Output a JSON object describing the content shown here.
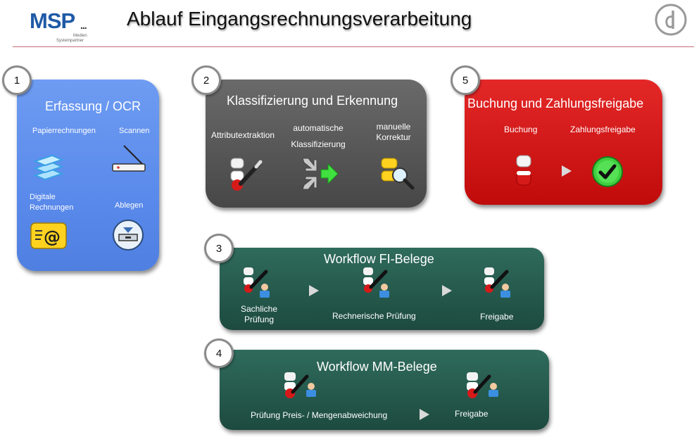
{
  "header": {
    "logo": {
      "main": "MSP",
      "dots": "...",
      "line1": "Medien",
      "line2": "Systempartner"
    },
    "title": "Ablauf  Eingangsrechnungsverarbeitung"
  },
  "steps": [
    {
      "number": "1",
      "heading": "Erfassung / OCR",
      "labels": {
        "paper": "Papierrechnungen",
        "scan": "Scannen",
        "digital": "Digitale\nRechnungen",
        "file": "Ablegen"
      }
    },
    {
      "number": "2",
      "heading": "Klassifizierung und Erkennung",
      "labels": {
        "attr": "Attributextraktion",
        "auto": "automatische\nKlassifizierung",
        "manual": "manuelle\nKorrektur"
      }
    },
    {
      "number": "5",
      "heading": "Buchung und Zahlungsfreigabe",
      "labels": {
        "booking": "Buchung",
        "release": "Zahlungsfreigabe"
      }
    },
    {
      "number": "3",
      "heading": "Workflow FI-Belege",
      "labels": {
        "factual": "Sachliche\nPrüfung",
        "arith": "Rechnerische Prüfung",
        "release": "Freigabe"
      }
    },
    {
      "number": "4",
      "heading": "Workflow MM-Belege",
      "labels": {
        "check": "Prüfung Preis- / Mengenabweichung",
        "release": "Freigabe"
      }
    }
  ],
  "colors": {
    "blue_box": "#5a8aeb",
    "gray_box": "#4f4f4f",
    "red_box": "#d01515",
    "green_box": "#26594c",
    "rule": "#c86b78"
  },
  "icons": [
    "paper-stack-icon",
    "scanner-icon",
    "email-at-icon",
    "file-tray-icon",
    "form-pen-icon",
    "classify-arrows-icon",
    "magnifier-icon",
    "checkmark-icon",
    "form-user-icon",
    "play-arrow-icon"
  ]
}
